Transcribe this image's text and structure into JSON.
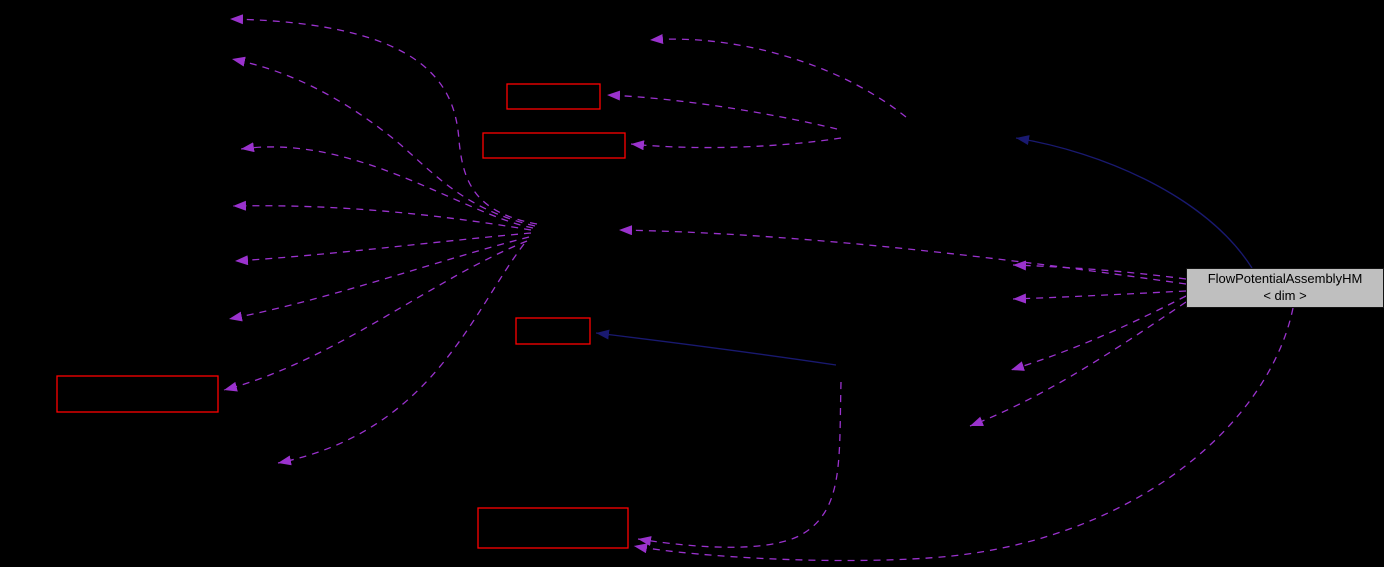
{
  "diagram": {
    "type": "doxygen-collaboration-graph",
    "main_node": {
      "label": "FlowPotentialAssemblyHM",
      "template_param": "< dim >",
      "fill": "#bfbfbf",
      "border_color": "#000000",
      "text_color": "#000000"
    },
    "colors": {
      "background": "#000000",
      "usage_edge": "#9a32cd",
      "inheritance_edge": "#191970",
      "undocumented_node_border": "#ff0000",
      "node_fill": "#000000"
    },
    "stats": {
      "red_outlined_nodes": 5,
      "usage_edges": 18,
      "inheritance_edges": 2
    }
  }
}
